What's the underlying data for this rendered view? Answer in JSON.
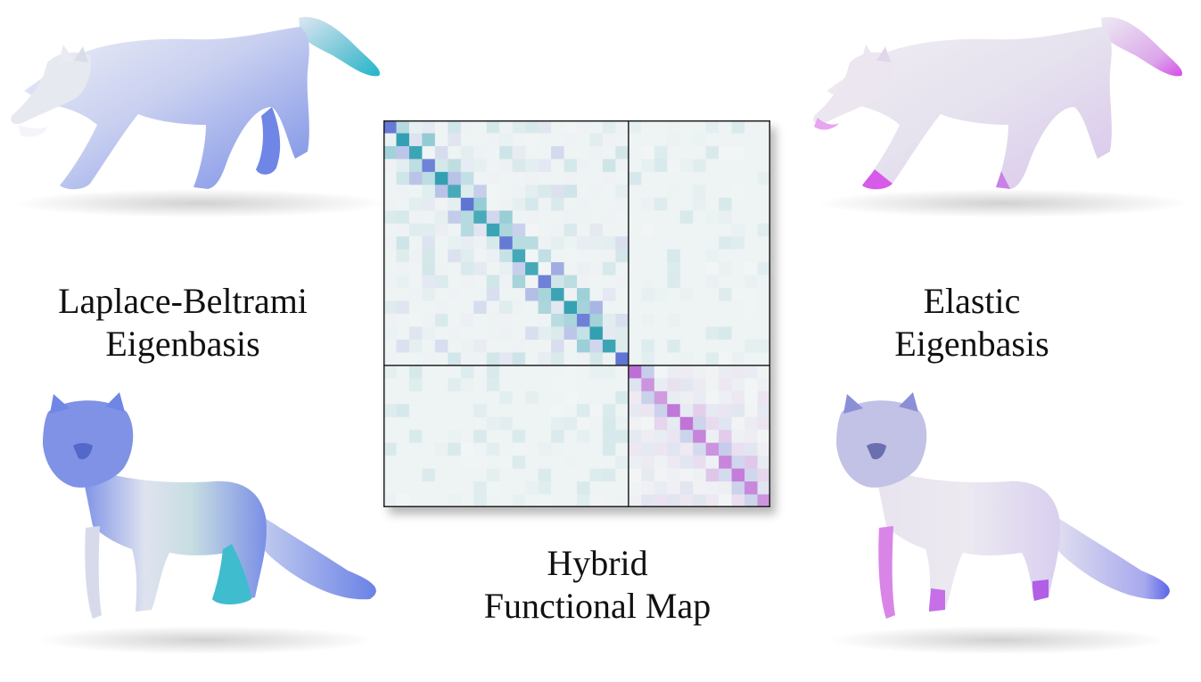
{
  "labels": {
    "left_line1": "Laplace-Beltrami",
    "left_line2": "Eigenbasis",
    "right_line1": "Elastic",
    "right_line2": "Eigenbasis",
    "center_line1": "Hybrid",
    "center_line2": "Functional Map"
  },
  "colors": {
    "lbo_base": "#e9ecf3",
    "lbo_blue": "#6f86e6",
    "lbo_teal": "#35bccd",
    "elastic_base": "#eeeaf3",
    "elastic_magenta": "#d75ae8",
    "elastic_violet": "#7f86e8",
    "matrix_teal": "#2f9fb0",
    "matrix_blue": "#5a6fd2",
    "matrix_magenta": "#b65ad0",
    "matrix_bg": "#f2f5f5"
  },
  "icons": {
    "fox_top_left": "fox-walking-icon",
    "fox_bottom_left": "fox-standing-icon",
    "fox_top_right": "fox-walking-icon",
    "fox_bottom_right": "fox-standing-icon"
  }
}
